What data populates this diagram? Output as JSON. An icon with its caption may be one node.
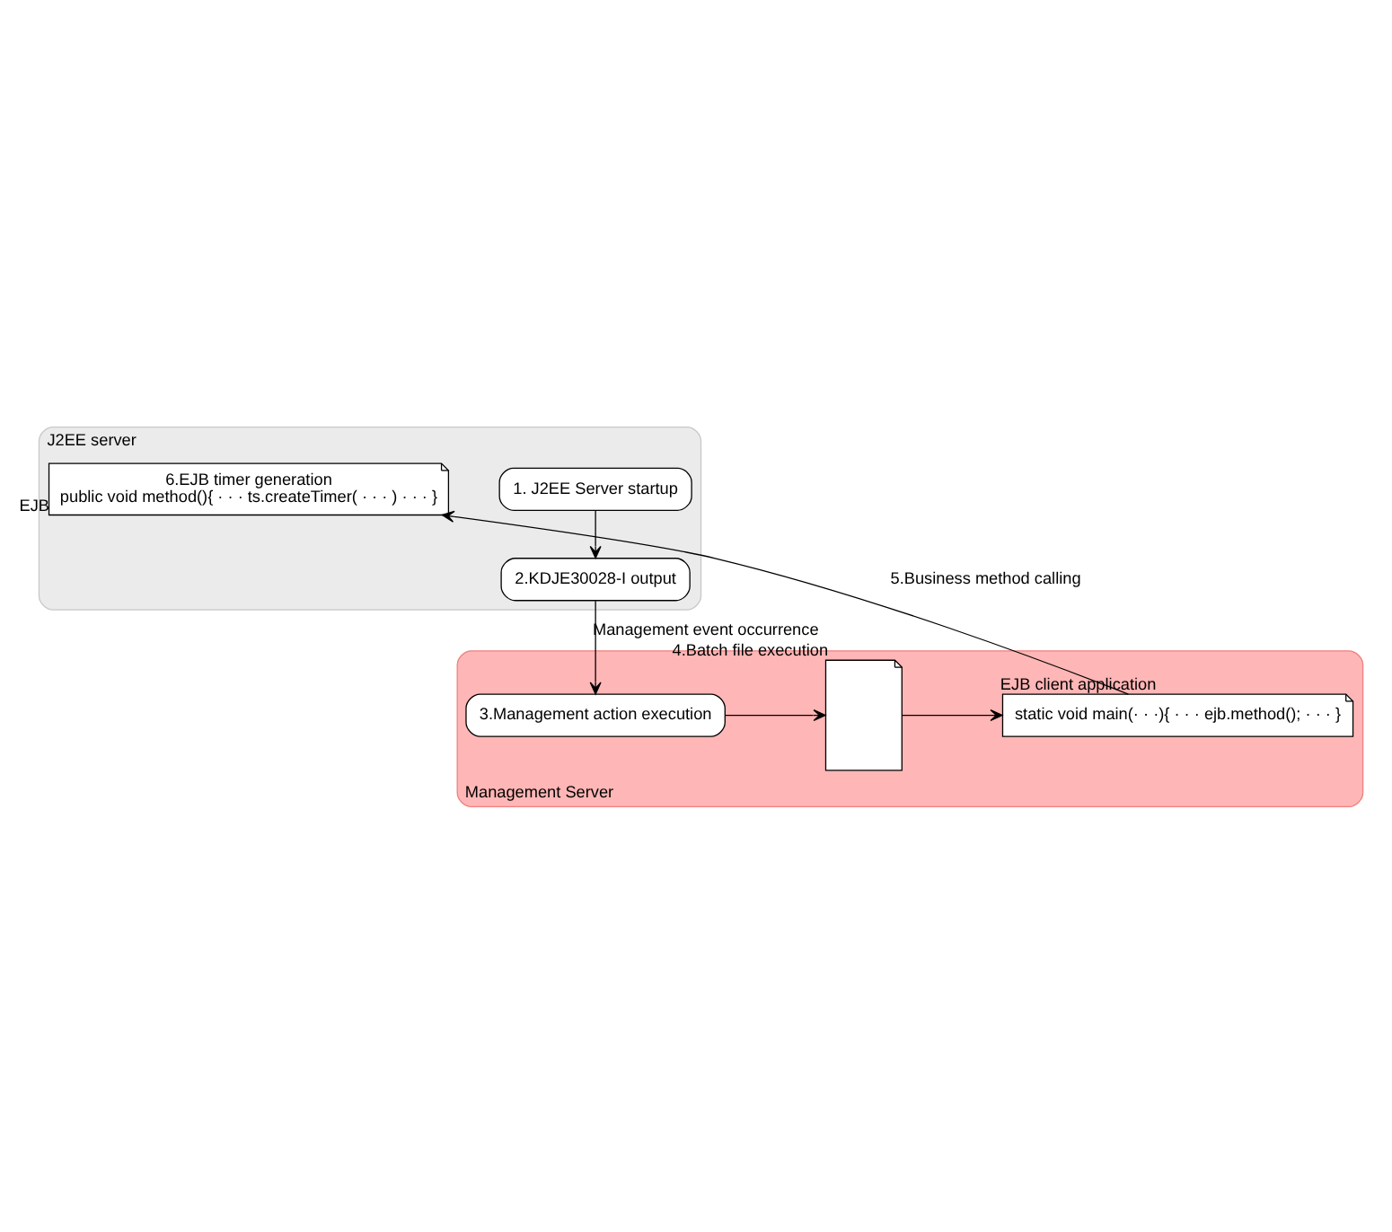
{
  "diagram": {
    "nodes": [
      {
        "text": [
          "J2EE server"
        ]
      },
      {
        "text": [
          "1. J2EE Server startup"
        ],
        "in": 0
      },
      {
        "text": [
          "2.KDJE30028-I output"
        ],
        "in": 0
      },
      {
        "text": [
          "6.EJB timer generation",
          "public void method(){ · · · ts.createTimer( · · · ) · · · }"
        ],
        "beside": [
          "EJB"
        ],
        "in": 0
      },
      {
        "text": [
          "Management Server"
        ]
      },
      {
        "text": [
          "3.Management action execution"
        ],
        "in": 4
      },
      {
        "text": [],
        "shape": "document",
        "beside": [
          "4.Batch file execution"
        ],
        "in": 4
      },
      {
        "text": [
          "static void main(· · ·){ · · · ejb.method(); · · · }"
        ],
        "beside": [
          "EJB client application"
        ],
        "in": 4
      }
    ],
    "edges": [
      {
        "from": 1,
        "to": 2,
        "arrow": "to"
      },
      {
        "from": 2,
        "to": 5,
        "arrow": "to",
        "label": "Management event occurrence"
      },
      {
        "from": 5,
        "to": 6,
        "arrow": "to"
      },
      {
        "from": 6,
        "to": 7,
        "arrow": "to"
      },
      {
        "from": 7,
        "to": 3,
        "arrow": "to",
        "label": "5.Business method calling"
      }
    ]
  }
}
